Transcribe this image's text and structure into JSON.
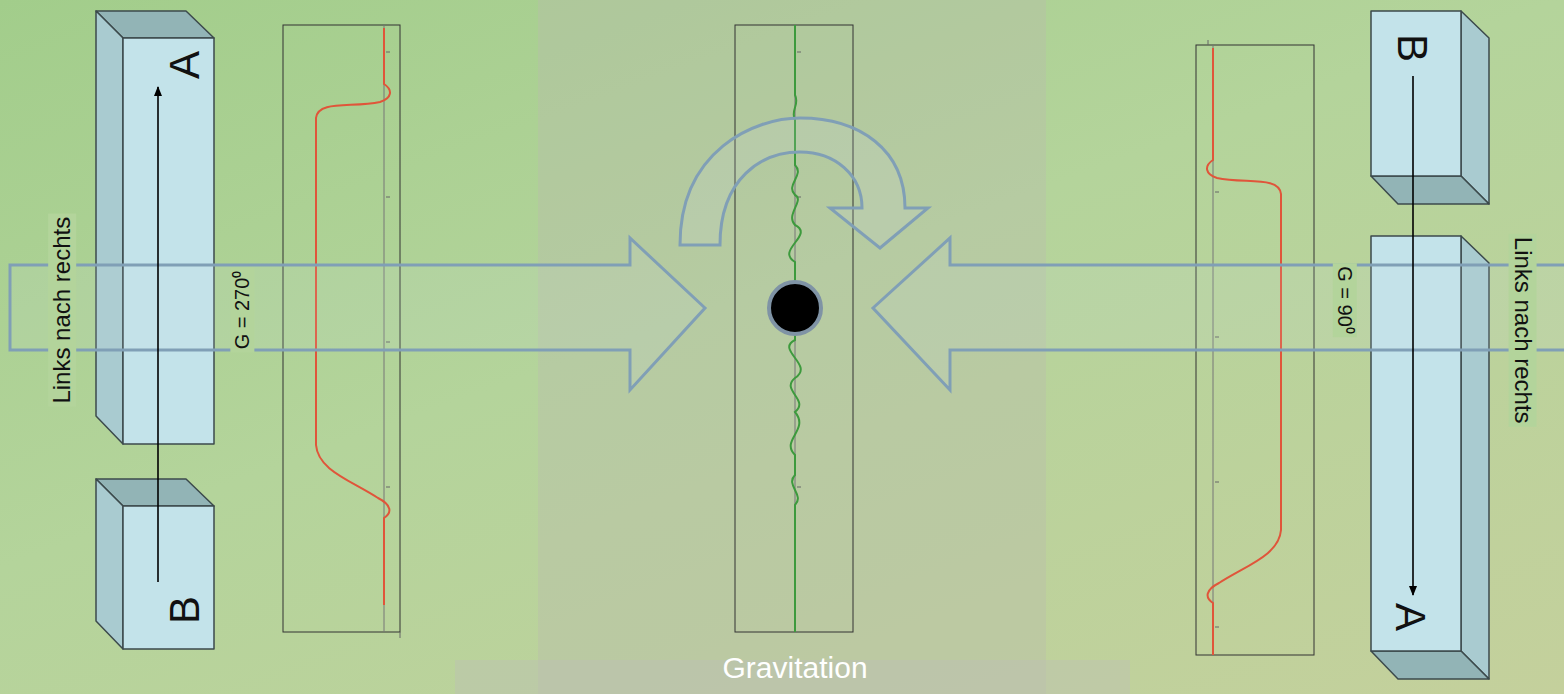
{
  "diagram": {
    "nodes": [
      {
        "text": [
          "A"
        ]
      },
      {
        "text": [
          "B"
        ]
      },
      {
        "text": [
          "B"
        ]
      },
      {
        "text": [
          "A"
        ]
      }
    ],
    "edges": [
      {
        "from": 1,
        "to": 0,
        "arrow": "to"
      },
      {
        "from": 2,
        "to": 3,
        "arrow": "to"
      }
    ],
    "labels": [
      "Links nach rechts",
      "G = 270⁰",
      "Gravitation",
      "G = 90⁰",
      "Links nach rechts"
    ]
  }
}
